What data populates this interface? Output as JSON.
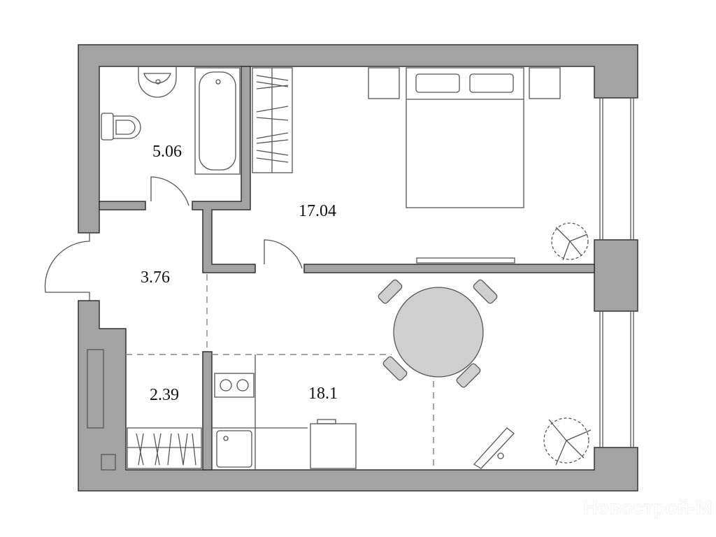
{
  "rooms": [
    {
      "name": "bathroom",
      "area": "5.06"
    },
    {
      "name": "bedroom",
      "area": "17.04"
    },
    {
      "name": "hallway",
      "area": "3.76"
    },
    {
      "name": "storage",
      "area": "2.39"
    },
    {
      "name": "kitchen-living",
      "area": "18.1"
    }
  ],
  "watermark": "Новострой-М",
  "colors": {
    "wall": "#a3a3a3",
    "outline": "#333333"
  }
}
